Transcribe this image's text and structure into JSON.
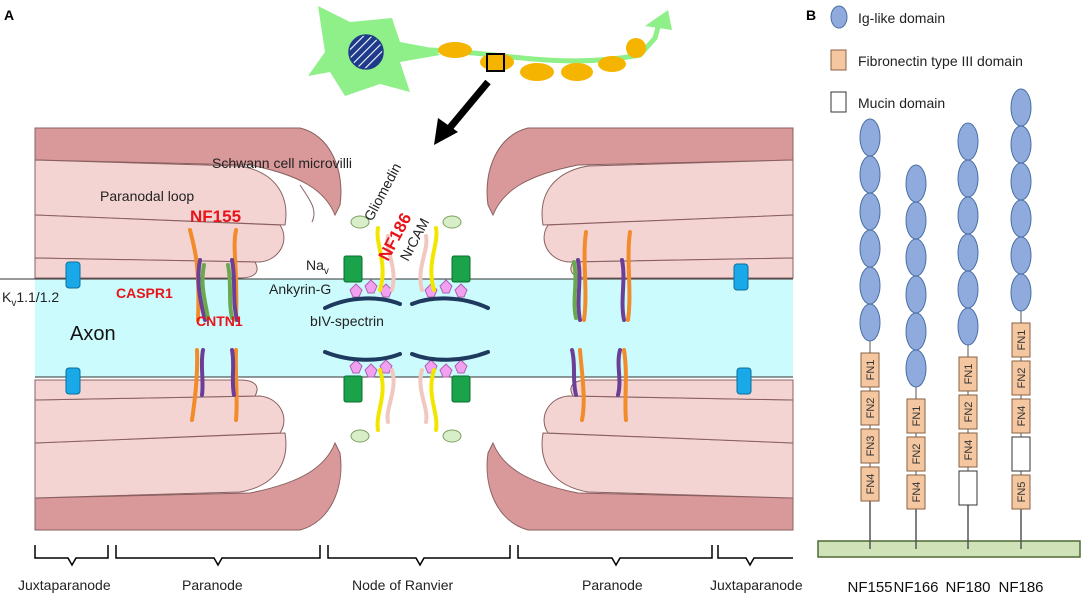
{
  "panel_a_letter": "A",
  "panel_b_letter": "B",
  "labels": {
    "schwann": "Schwann cell microvilli",
    "paranodal_loop": "Paranodal loop",
    "nf155": "NF155",
    "nf186": "NF186",
    "gliomedin": "Gliomedin",
    "nrcam": "NrCAM",
    "nav": "Na",
    "nav_sub": "v",
    "ankyrin": "Ankyrin-G",
    "spectrin": "bIV-spectrin",
    "kv_k": "K",
    "kv_sub": "v",
    "kv_rest": "1.1/1.2",
    "caspr1": "CASPR1",
    "cntn1": "CNTN1",
    "axon": "Axon"
  },
  "regions": [
    "Juxtaparanode",
    "Paranode",
    "Node of Ranvier",
    "Paranode",
    "Juxtaparanode"
  ],
  "legend": [
    {
      "label": "Ig-like domain",
      "shape": "ellipse",
      "color": "#8faadc"
    },
    {
      "label": "Fibronectin type III domain",
      "shape": "rect",
      "color": "#f4c7a1"
    },
    {
      "label": "Mucin domain",
      "shape": "rect",
      "color": "#ffffff"
    }
  ],
  "isoforms": [
    {
      "name": "NF155",
      "ig": 6,
      "domains": [
        {
          "t": "fn",
          "l": "FN1"
        },
        {
          "t": "fn",
          "l": "FN2"
        },
        {
          "t": "fn",
          "l": "FN3"
        },
        {
          "t": "fn",
          "l": "FN4"
        }
      ]
    },
    {
      "name": "NF166",
      "ig": 6,
      "domains": [
        {
          "t": "fn",
          "l": "FN1"
        },
        {
          "t": "fn",
          "l": "FN2"
        },
        {
          "t": "fn",
          "l": "FN4"
        }
      ]
    },
    {
      "name": "NF180",
      "ig": 6,
      "domains": [
        {
          "t": "fn",
          "l": "FN1"
        },
        {
          "t": "fn",
          "l": "FN2"
        },
        {
          "t": "fn",
          "l": "FN4"
        },
        {
          "t": "mucin",
          "l": ""
        }
      ]
    },
    {
      "name": "NF186",
      "ig": 6,
      "domains": [
        {
          "t": "fn",
          "l": "FN1"
        },
        {
          "t": "fn",
          "l": "FN2"
        },
        {
          "t": "fn",
          "l": "FN4"
        },
        {
          "t": "mucin",
          "l": ""
        },
        {
          "t": "fn",
          "l": "FN5"
        }
      ]
    }
  ]
}
